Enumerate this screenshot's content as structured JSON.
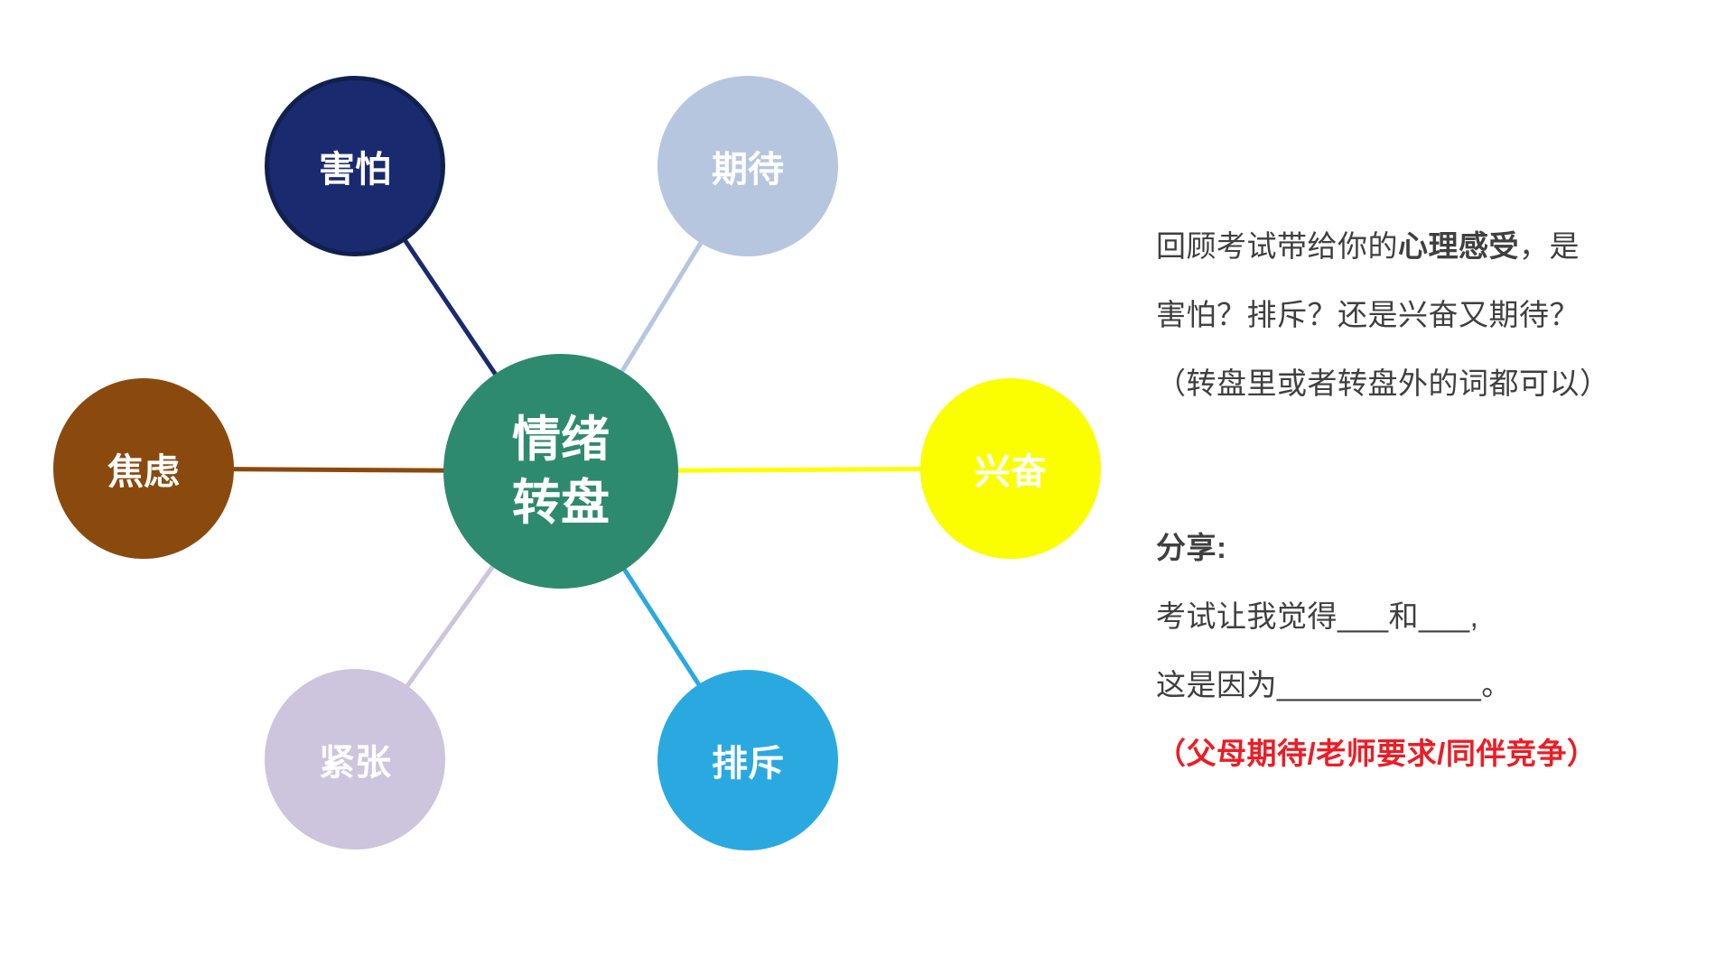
{
  "wheel": {
    "center": {
      "label_line1": "情绪",
      "label_line2": "转盘",
      "color": "#2e8a6f",
      "text_color": "#ffffff"
    },
    "nodes": [
      {
        "id": "fear",
        "label": "害怕",
        "color": "#1a2a6e",
        "ring": "#10204f"
      },
      {
        "id": "expectation",
        "label": "期待",
        "color": "#b7c6df"
      },
      {
        "id": "excitement",
        "label": "兴奋",
        "color": "#fbfe00"
      },
      {
        "id": "rejection",
        "label": "排斥",
        "color": "#2aa9e0"
      },
      {
        "id": "nervousness",
        "label": "紧张",
        "color": "#cdc4dd"
      },
      {
        "id": "anxiety",
        "label": "焦虑",
        "color": "#8a4a0e"
      }
    ]
  },
  "panel": {
    "intro_prefix": "回顾考试带给你的",
    "intro_bold": "心理感受",
    "intro_suffix": "，是",
    "line2": "害怕？排斥？还是兴奋又期待？",
    "line3": "（转盘里或者转盘外的词都可以）",
    "share_heading": "分享:",
    "share_line1": "考试让我觉得___和___,",
    "share_line2": "这是因为____________。",
    "share_note": "（父母期待/老师要求/同伴竞争）",
    "note_color": "#ed1c24",
    "text_color": "#3f3f3f"
  }
}
